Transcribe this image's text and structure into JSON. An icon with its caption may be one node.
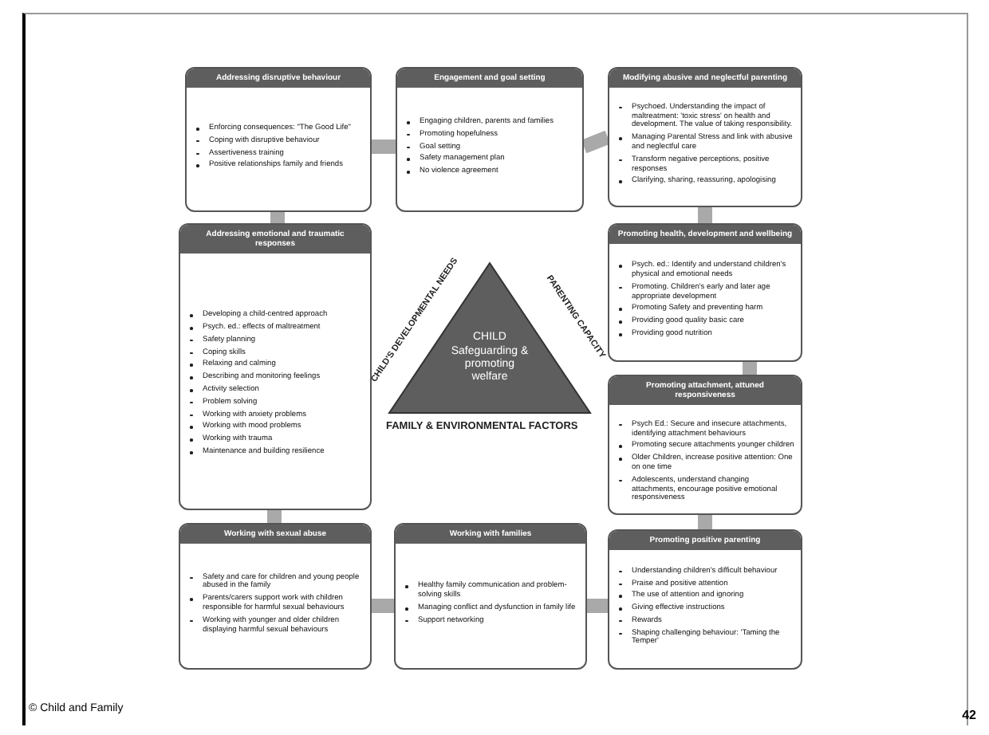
{
  "diagram": {
    "nodes": [
      {
        "text": [
          "Addressing disruptive behaviour",
          "Enforcing consequences: \"The Good Life\"",
          "Coping with disruptive behaviour",
          "Assertiveness training",
          "Positive relationships family and friends"
        ]
      },
      {
        "text": [
          "Engagement and goal setting",
          "Engaging children, parents and families",
          "Promoting hopefulness",
          "Goal setting",
          "Safety management plan",
          "No violence agreement"
        ]
      },
      {
        "text": [
          "Modifying abusive and neglectful parenting",
          "Psychoed. Understanding the impact of maltreatment: 'toxic stress' on health and development. The value of taking responsibility.",
          "Managing Parental Stress and link with abusive and neglectful care",
          "Transform negative perceptions, positive responses",
          "Clarifying, sharing, reassuring, apologising"
        ]
      },
      {
        "text": [
          "Promoting health, development and wellbeing",
          "Psych. ed.: Identify and understand children's physical and emotional needs",
          "Promoting. Children's early and later age appropriate development",
          "Promoting Safety and preventing harm",
          "Providing good quality basic care",
          "Providing good nutrition"
        ]
      },
      {
        "text": [
          "Promoting attachment, attuned responsiveness",
          "Psych Ed.: Secure and insecure attachments, identifying attachment behaviours",
          "Promoting secure attachments younger children",
          "Older Children, increase positive attention: One on one time",
          "Adolescents, understand changing attachments, encourage positive emotional responsiveness"
        ]
      },
      {
        "text": [
          "Promoting positive parenting",
          "Understanding children's difficult behaviour",
          "Praise and positive attention",
          "The use of attention and ignoring",
          "Giving effective instructions",
          "Rewards",
          "Shaping challenging behaviour: 'Taming the Temper'"
        ]
      },
      {
        "text": [
          "Working with families",
          "Healthy family communication and problem-solving skills",
          "Managing conflict and dysfunction in family life",
          "Support networking"
        ]
      },
      {
        "text": [
          "Working with sexual abuse",
          "Safety and care for children and young people abused in the family",
          "Parents/carers support work with children responsible for harmful sexual behaviours",
          "Working with younger and older children displaying harmful sexual behaviours"
        ]
      },
      {
        "text": [
          "Addressing emotional and traumatic responses",
          "Developing a child-centred approach",
          "Psych. ed.: effects of maltreatment",
          "Safety planning",
          "Coping skills",
          "Relaxing and calming",
          "Describing and monitoring feelings",
          "Activity selection",
          "Problem solving",
          "Working with anxiety problems",
          "Working with mood problems",
          "Working with trauma",
          "Maintenance and building resilience"
        ]
      },
      {
        "text": [
          "CHILD",
          "Safeguarding & promoting welfare"
        ],
        "beside": [
          "CHILD'S DEVELOPMENTAL NEEDS",
          "PARENTING CAPACITY",
          "FAMILY & ENVIRONMENTAL FACTORS"
        ]
      }
    ],
    "edges": [
      {
        "from": 0,
        "to": 1,
        "arrow": "none"
      },
      {
        "from": 1,
        "to": 2,
        "arrow": "none"
      },
      {
        "from": 2,
        "to": 3,
        "arrow": "none"
      },
      {
        "from": 3,
        "to": 4,
        "arrow": "none"
      },
      {
        "from": 4,
        "to": 5,
        "arrow": "none"
      },
      {
        "from": 5,
        "to": 6,
        "arrow": "none"
      },
      {
        "from": 6,
        "to": 7,
        "arrow": "none"
      },
      {
        "from": 7,
        "to": 8,
        "arrow": "none"
      },
      {
        "from": 8,
        "to": 0,
        "arrow": "none"
      }
    ],
    "labels": [
      "© Child and Family",
      "42"
    ]
  }
}
